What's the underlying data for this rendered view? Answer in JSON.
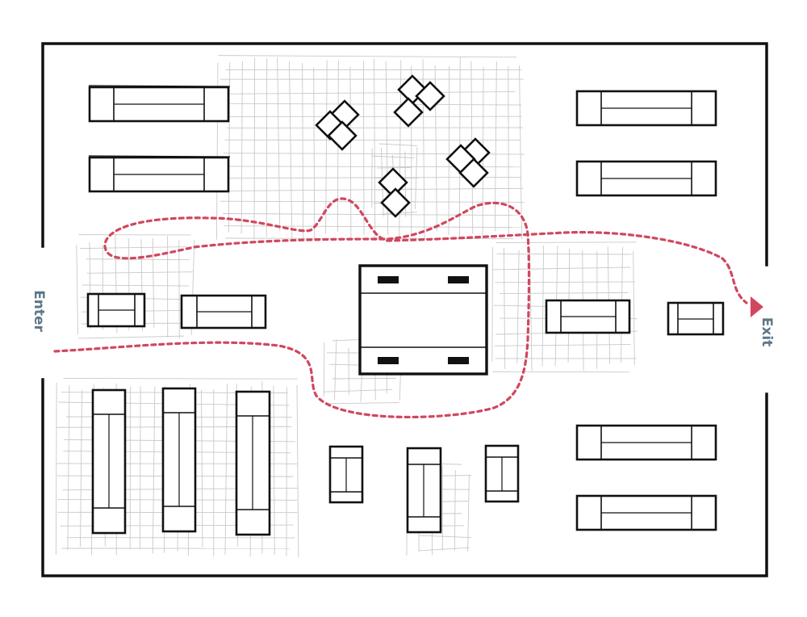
{
  "labels": {
    "enter": "Enter",
    "exit": "Exit"
  },
  "colors": {
    "walls": "#111111",
    "path": "#d1475e",
    "label": "#5d7689",
    "traffic_grid": "#c9c9c9"
  },
  "icons": {
    "exit_marker": "triangle-arrow-right"
  }
}
